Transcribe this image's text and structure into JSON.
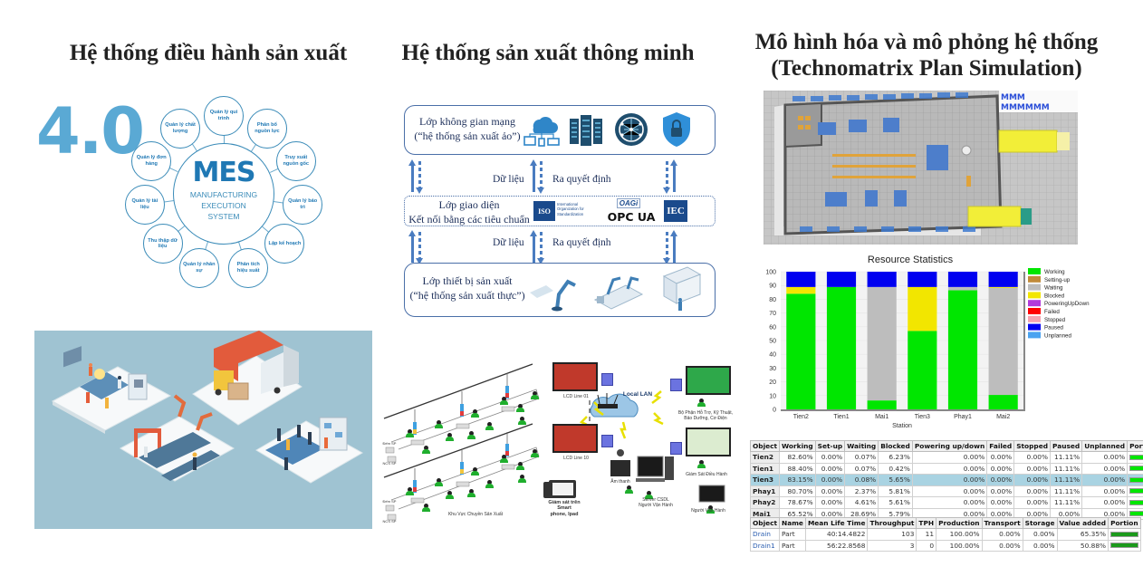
{
  "panels": {
    "mes": {
      "title": "Hệ thống điều hành sản xuất",
      "badge": "4.0",
      "center_title": "MES",
      "center_sub": [
        "MANUFACTURING",
        "EXECUTION",
        "SYSTEM"
      ],
      "nodes": [
        "Quản lý qui trình",
        "Phân bổ nguồn lực",
        "Truy xuất nguồn gốc",
        "Quản lý bảo trì",
        "Lập kế hoạch",
        "Phân tích hiệu suất",
        "Quản lý nhân sự",
        "Thu thập dữ liệu",
        "Quản lý tài liệu",
        "Quản lý đơn hàng",
        "Quản lý chất lượng"
      ],
      "accent_color": "#1f78b4"
    },
    "smart": {
      "title": "Hệ thống sản xuất thông minh",
      "cyber_layer": [
        "Lớp không gian mạng",
        "(“hệ thống sản xuất ảo”)"
      ],
      "interface_layer": [
        "Lớp giao diện",
        "Kết nối bằng các tiêu chuẩn"
      ],
      "physical_layer": [
        "Lớp thiết bị sản xuất",
        "(“hệ thống sản xuất thực”)"
      ],
      "arrow_labels": {
        "data": "Dữ liệu",
        "decision": "Ra quyết định"
      },
      "standards": {
        "iso": "ISO",
        "iso_text": [
          "International",
          "Organization for",
          "Standardization"
        ],
        "oagi": "OAGi",
        "opc": "OPC UA",
        "iec": "IEC"
      },
      "network": {
        "lcd_top": "LCD Line 01",
        "lcd_bottom": "LCD Line 10",
        "lan": "Local LAN",
        "support": [
          "Bộ Phận Hỗ Trợ, Kỹ Thuật,",
          "Bảo Dưỡng, Cơ Điện"
        ],
        "supervision": "Giám Sát Điều Hành",
        "operator": "Người Vận Hành",
        "sound": "Âm thanh",
        "server": [
          "Server CSDL",
          "Người Vận Hành"
        ],
        "mobile": [
          "Giám sát trên Smart",
          "phone, Ipad"
        ],
        "area": "Khu Vực Chuyền Sản Xuất",
        "counters": [
          "Đếm SP",
          "NCS SP"
        ]
      }
    },
    "simulation": {
      "title_line1": "Mô hình hóa và mô phỏng hệ thống",
      "title_line2": "(Technomatrix Plan Simulation)"
    }
  },
  "chart_data": {
    "type": "bar",
    "stacked": true,
    "title": "Resource Statistics",
    "xlabel": "Station",
    "ylabel": "",
    "ylim": [
      0,
      100
    ],
    "yticks": [
      0,
      10,
      20,
      30,
      40,
      50,
      60,
      70,
      80,
      90,
      100
    ],
    "categories": [
      "Tien2",
      "Tien1",
      "Mai1",
      "Tien3",
      "Phay1",
      "Mai2"
    ],
    "legend_position": "right",
    "series": [
      {
        "name": "Working",
        "color": "#00e600",
        "values": [
          84,
          88.9,
          6.5,
          57,
          86.5,
          10.5
        ]
      },
      {
        "name": "Setting-up",
        "color": "#c08a3a",
        "values": [
          0,
          0,
          0,
          0,
          0,
          0
        ]
      },
      {
        "name": "Waiting",
        "color": "#bdbdbd",
        "values": [
          0,
          0,
          82.4,
          0,
          2.4,
          77.8
        ]
      },
      {
        "name": "Blocked",
        "color": "#f2e600",
        "values": [
          4.9,
          0,
          0,
          31.9,
          0,
          0.6
        ]
      },
      {
        "name": "PoweringUpDown",
        "color": "#b23adb",
        "values": [
          0,
          0,
          0,
          0,
          0,
          0
        ]
      },
      {
        "name": "Failed",
        "color": "#ff0000",
        "values": [
          0,
          0,
          0,
          0,
          0,
          0
        ]
      },
      {
        "name": "Stopped",
        "color": "#f5a3b0",
        "values": [
          0,
          0,
          0,
          0,
          0,
          0
        ]
      },
      {
        "name": "Paused",
        "color": "#0000f0",
        "values": [
          11.1,
          11.1,
          11.1,
          11.1,
          11.1,
          11.1
        ]
      },
      {
        "name": "Unplanned",
        "color": "#4aa3f0",
        "values": [
          0,
          0,
          0,
          0,
          0,
          0
        ]
      }
    ]
  },
  "resource_table": {
    "headers": [
      "Object",
      "Working",
      "Set-up",
      "Waiting",
      "Blocked",
      "Powering up/down",
      "Failed",
      "Stopped",
      "Paused",
      "Unplanned",
      "Portion"
    ],
    "selected_row": 2,
    "rows": [
      {
        "object": "Tien2",
        "working": "82.60%",
        "setup": "0.00%",
        "waiting": "0.07%",
        "blocked": "6.23%",
        "powering": "0.00%",
        "failed": "0.00%",
        "stopped": "0.00%",
        "paused": "11.11%",
        "unplanned": "0.00%",
        "portion": [
          82.6,
          0,
          0.07,
          6.23,
          11.11
        ]
      },
      {
        "object": "Tien1",
        "working": "88.40%",
        "setup": "0.00%",
        "waiting": "0.07%",
        "blocked": "0.42%",
        "powering": "0.00%",
        "failed": "0.00%",
        "stopped": "0.00%",
        "paused": "11.11%",
        "unplanned": "0.00%",
        "portion": [
          88.4,
          0,
          0.07,
          0.42,
          11.11
        ]
      },
      {
        "object": "Tien3",
        "working": "83.15%",
        "setup": "0.00%",
        "waiting": "0.08%",
        "blocked": "5.65%",
        "powering": "0.00%",
        "failed": "0.00%",
        "stopped": "0.00%",
        "paused": "11.11%",
        "unplanned": "0.00%",
        "portion": [
          83.15,
          0,
          0.08,
          5.65,
          11.11
        ]
      },
      {
        "object": "Phay1",
        "working": "80.70%",
        "setup": "0.00%",
        "waiting": "2.37%",
        "blocked": "5.81%",
        "powering": "0.00%",
        "failed": "0.00%",
        "stopped": "0.00%",
        "paused": "11.11%",
        "unplanned": "0.00%",
        "portion": [
          80.7,
          0,
          2.37,
          5.81,
          11.11
        ]
      },
      {
        "object": "Phay2",
        "working": "78.67%",
        "setup": "0.00%",
        "waiting": "4.61%",
        "blocked": "5.61%",
        "powering": "0.00%",
        "failed": "0.00%",
        "stopped": "0.00%",
        "paused": "11.11%",
        "unplanned": "0.00%",
        "portion": [
          78.67,
          0,
          4.61,
          5.61,
          11.11
        ]
      },
      {
        "object": "Mai1",
        "working": "65.52%",
        "setup": "0.00%",
        "waiting": "28.69%",
        "blocked": "5.79%",
        "powering": "0.00%",
        "failed": "0.00%",
        "stopped": "0.00%",
        "paused": "0.00%",
        "unplanned": "0.00%",
        "portion": [
          65.52,
          0,
          28.69,
          5.79,
          0
        ]
      }
    ]
  },
  "drain_table": {
    "headers": [
      "Object",
      "Name",
      "Mean Life Time",
      "Throughput",
      "TPH",
      "Production",
      "Transport",
      "Storage",
      "Value added",
      "Portion"
    ],
    "rows": [
      {
        "object": "Drain",
        "name": "Part",
        "mean_life": "40:14.4822",
        "throughput": "103",
        "tph": "11",
        "production": "100.00%",
        "transport": "0.00%",
        "storage": "0.00%",
        "value_added": "65.35%",
        "portion": 100
      },
      {
        "object": "Drain1",
        "name": "Part",
        "mean_life": "56:22.8568",
        "throughput": "3",
        "tph": "0",
        "production": "100.00%",
        "transport": "0.00%",
        "storage": "0.00%",
        "value_added": "50.88%",
        "portion": 100
      }
    ]
  }
}
